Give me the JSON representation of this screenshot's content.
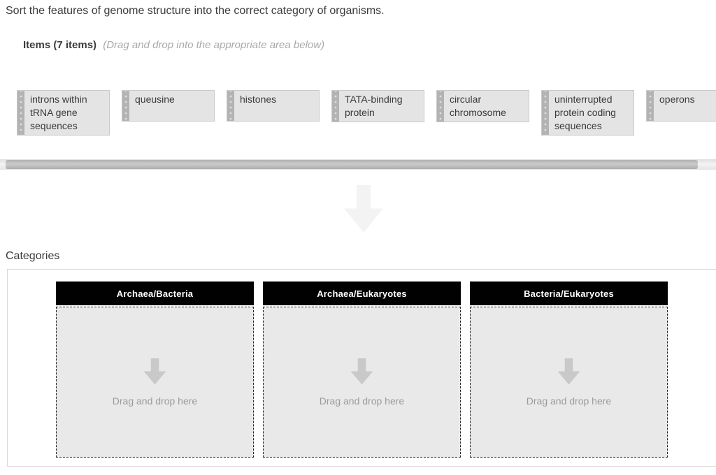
{
  "page": {
    "title": "Sort the features of genome structure into the correct category of organisms."
  },
  "items_section": {
    "label": "Items (7 items)",
    "hint": "(Drag and drop into the appropriate area below)",
    "items": [
      {
        "label": "introns within tRNA gene sequences"
      },
      {
        "label": "queusine"
      },
      {
        "label": "histones"
      },
      {
        "label": "TATA-binding protein"
      },
      {
        "label": "circular chromosome"
      },
      {
        "label": "uninterrupted protein coding sequences"
      },
      {
        "label": "operons"
      }
    ]
  },
  "categories_section": {
    "label": "Categories",
    "drop_hint": "Drag and drop here",
    "categories": [
      {
        "label": "Archaea/Bacteria"
      },
      {
        "label": "Archaea/Eukaryotes"
      },
      {
        "label": "Bacteria/Eukaryotes"
      }
    ]
  },
  "colors": {
    "category_header_bg": "#000000",
    "category_header_text": "#ffffff",
    "item_card_bg": "#e4e4e4",
    "dropzone_bg": "#e9e9e9"
  }
}
